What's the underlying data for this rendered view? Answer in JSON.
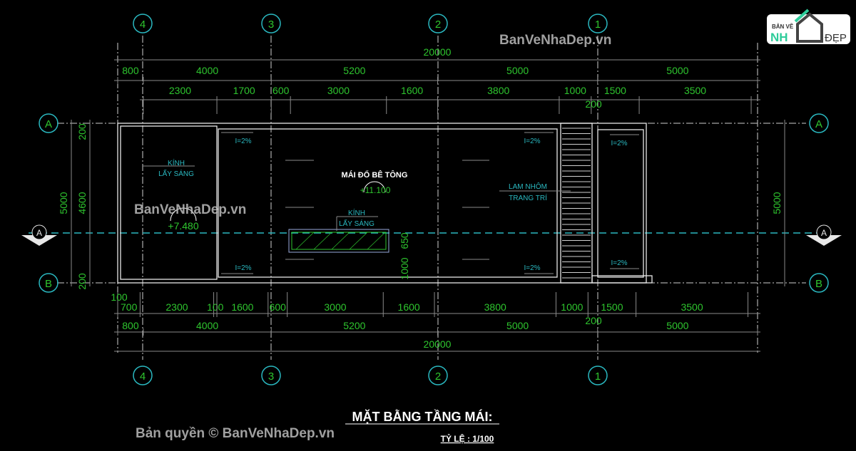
{
  "grid_columns": [
    "4",
    "3",
    "2",
    "1"
  ],
  "grid_rows": [
    "A",
    "B"
  ],
  "section_marker": "A",
  "dimensions": {
    "top_total": "20000",
    "top_row1": [
      800,
      4000,
      5200,
      5000,
      5000
    ],
    "top_row2": [
      2300,
      1700,
      600,
      3000,
      1600,
      3800,
      1000,
      1500,
      3500
    ],
    "top_extra": "200",
    "bottom_row1": [
      700,
      2300,
      100,
      1600,
      600,
      3000,
      1600,
      3800,
      1000,
      1500,
      3500
    ],
    "bottom_extra_left": "100",
    "bottom_extra": "200",
    "bottom_row2": [
      800,
      4000,
      5200,
      5000,
      5000
    ],
    "bottom_total": "20000",
    "left_outer": "5000",
    "left_inner": [
      "200",
      "4600",
      "200"
    ],
    "right_outer": "5000",
    "skylight_width": "650",
    "skylight_offset": "1000"
  },
  "annotations": {
    "skylight_left_1": "KÍNH",
    "skylight_left_2": "LẤY SÁNG",
    "roof_label": "MÁI ĐỔ BÊ TÔNG",
    "roof_level": "+11.100",
    "left_level": "+7.480",
    "skylight_center_1": "KÍNH",
    "skylight_center_2": "LẤY SÁNG",
    "louver_1": "LAM NHÔM",
    "louver_2": "TRANG TRÍ",
    "slope": "I=2%"
  },
  "title": "MẶT BẰNG TẦNG MÁI:",
  "scale": "TỶ LỆ : 1/100",
  "watermarks": {
    "top": "BanVeNhaDep.vn",
    "left": "BanVeNhaDep.vn",
    "bottom": "Bản quyền © BanVeNhaDep.vn"
  },
  "logo": {
    "line1": "BẢN VẼ",
    "line2": "NH",
    "line3": "ĐẸP"
  }
}
